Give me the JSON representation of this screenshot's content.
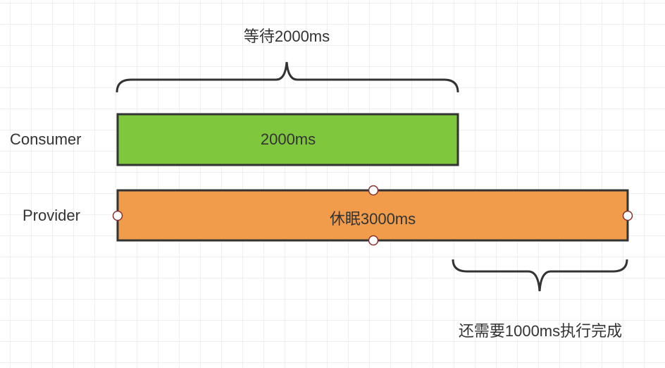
{
  "top_annotation": "等待2000ms",
  "bottom_annotation": "还需要1000ms执行完成",
  "rows": [
    {
      "name": "Consumer",
      "bar_label": "2000ms",
      "color": "#7FC73D"
    },
    {
      "name": "Provider",
      "bar_label": "休眠3000ms",
      "color": "#F19C4B"
    }
  ]
}
